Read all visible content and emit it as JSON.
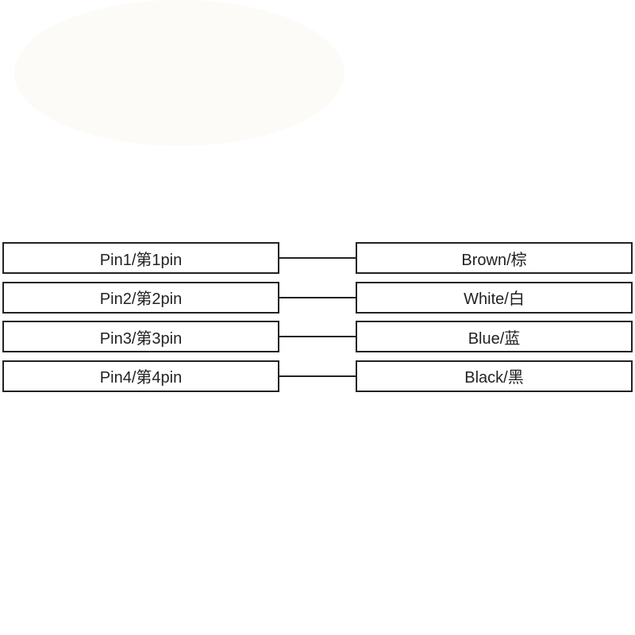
{
  "wiring": {
    "rows": [
      {
        "pin": "Pin1/第1pin",
        "color": "Brown/棕"
      },
      {
        "pin": "Pin2/第2pin",
        "color": "White/白"
      },
      {
        "pin": "Pin3/第3pin",
        "color": "Blue/蓝"
      },
      {
        "pin": "Pin4/第4pin",
        "color": "Black/黑"
      }
    ]
  },
  "colors": {
    "line": "#222222",
    "background": "#ffffff",
    "blob": "#fdfbf8"
  }
}
